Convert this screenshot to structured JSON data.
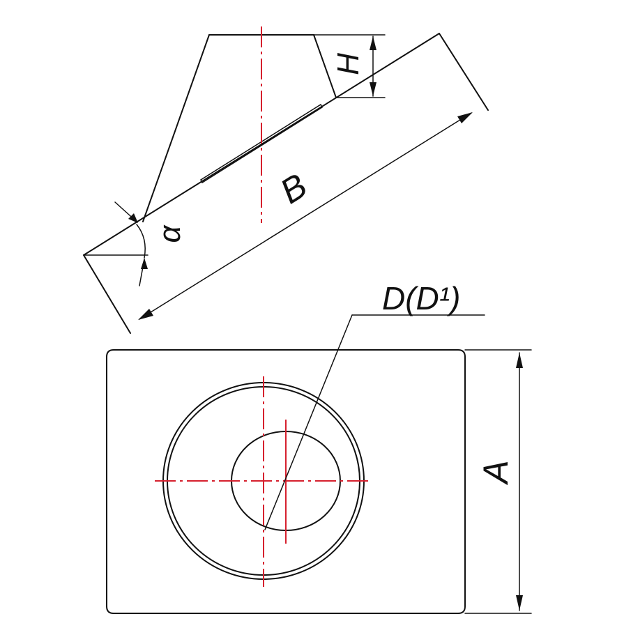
{
  "labels": {
    "height": "H",
    "length": "B",
    "angle": "α",
    "diameter": "D(D¹)",
    "width": "A"
  },
  "colors": {
    "outline": "#111111",
    "centerline": "#d6202e",
    "background": "#ffffff"
  }
}
